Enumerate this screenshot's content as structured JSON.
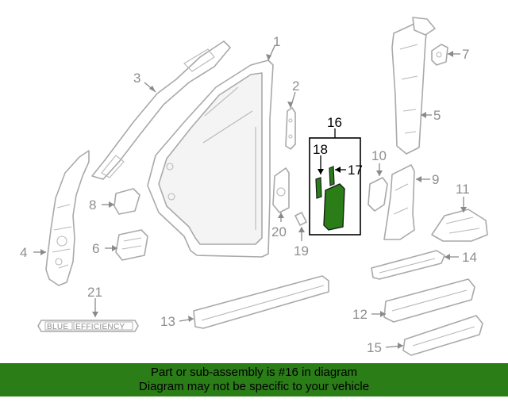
{
  "callouts": [
    {
      "num": "1"
    },
    {
      "num": "2"
    },
    {
      "num": "3"
    },
    {
      "num": "4"
    },
    {
      "num": "5"
    },
    {
      "num": "6"
    },
    {
      "num": "7"
    },
    {
      "num": "8"
    },
    {
      "num": "9"
    },
    {
      "num": "10"
    },
    {
      "num": "11"
    },
    {
      "num": "12"
    },
    {
      "num": "13"
    },
    {
      "num": "14"
    },
    {
      "num": "15"
    },
    {
      "num": "16"
    },
    {
      "num": "17"
    },
    {
      "num": "18"
    },
    {
      "num": "19"
    },
    {
      "num": "20"
    },
    {
      "num": "21"
    }
  ],
  "badge": {
    "word1": "BLUE",
    "word2": "EFFICIENCY"
  },
  "highlight": {
    "part_number": "16",
    "color": "#2a7d17"
  },
  "banner": {
    "line1": "Part or sub-assembly is #16 in diagram",
    "line2": "Diagram may not be specific to your vehicle",
    "background": "#2a7d17"
  }
}
